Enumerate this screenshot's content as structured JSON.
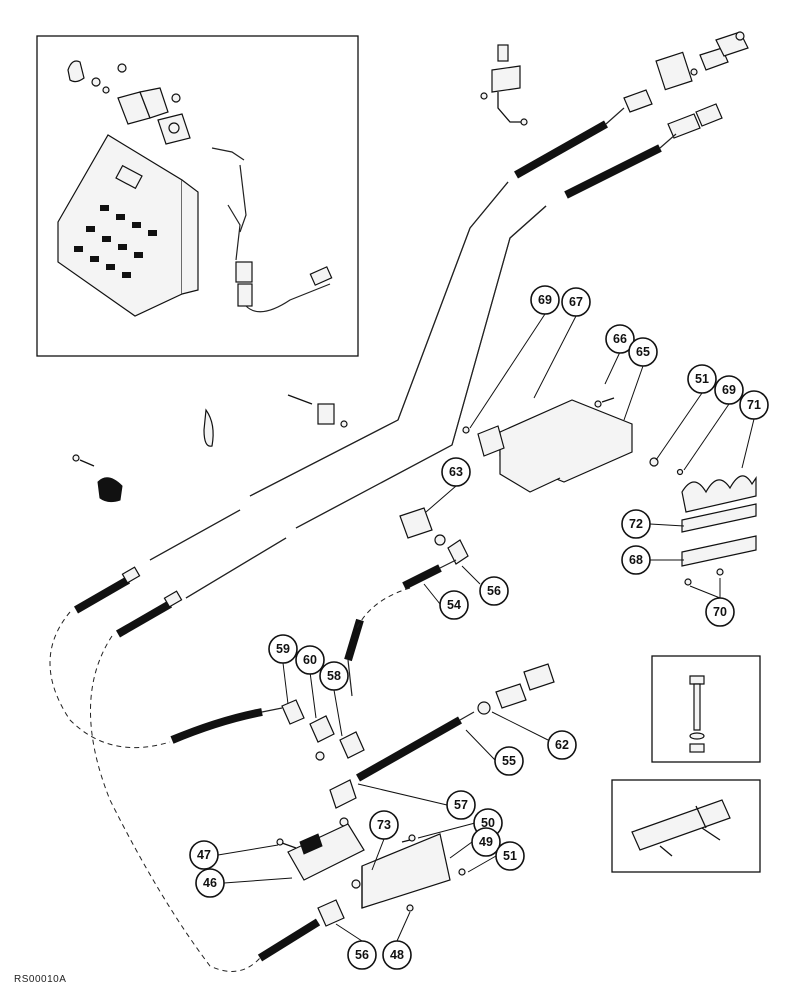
{
  "reference_code": "RS00010A",
  "callouts": [
    {
      "id": "69",
      "label": "69"
    },
    {
      "id": "67",
      "label": "67"
    },
    {
      "id": "66",
      "label": "66"
    },
    {
      "id": "65",
      "label": "65"
    },
    {
      "id": "51a",
      "label": "51"
    },
    {
      "id": "69b",
      "label": "69"
    },
    {
      "id": "71",
      "label": "71"
    },
    {
      "id": "63",
      "label": "63"
    },
    {
      "id": "72",
      "label": "72"
    },
    {
      "id": "68",
      "label": "68"
    },
    {
      "id": "70",
      "label": "70"
    },
    {
      "id": "56a",
      "label": "56"
    },
    {
      "id": "54",
      "label": "54"
    },
    {
      "id": "59",
      "label": "59"
    },
    {
      "id": "60",
      "label": "60"
    },
    {
      "id": "58",
      "label": "58"
    },
    {
      "id": "62",
      "label": "62"
    },
    {
      "id": "55",
      "label": "55"
    },
    {
      "id": "57",
      "label": "57"
    },
    {
      "id": "50",
      "label": "50"
    },
    {
      "id": "73",
      "label": "73"
    },
    {
      "id": "49",
      "label": "49"
    },
    {
      "id": "47",
      "label": "47"
    },
    {
      "id": "51b",
      "label": "51"
    },
    {
      "id": "46",
      "label": "46"
    },
    {
      "id": "56b",
      "label": "56"
    },
    {
      "id": "48",
      "label": "48"
    }
  ]
}
